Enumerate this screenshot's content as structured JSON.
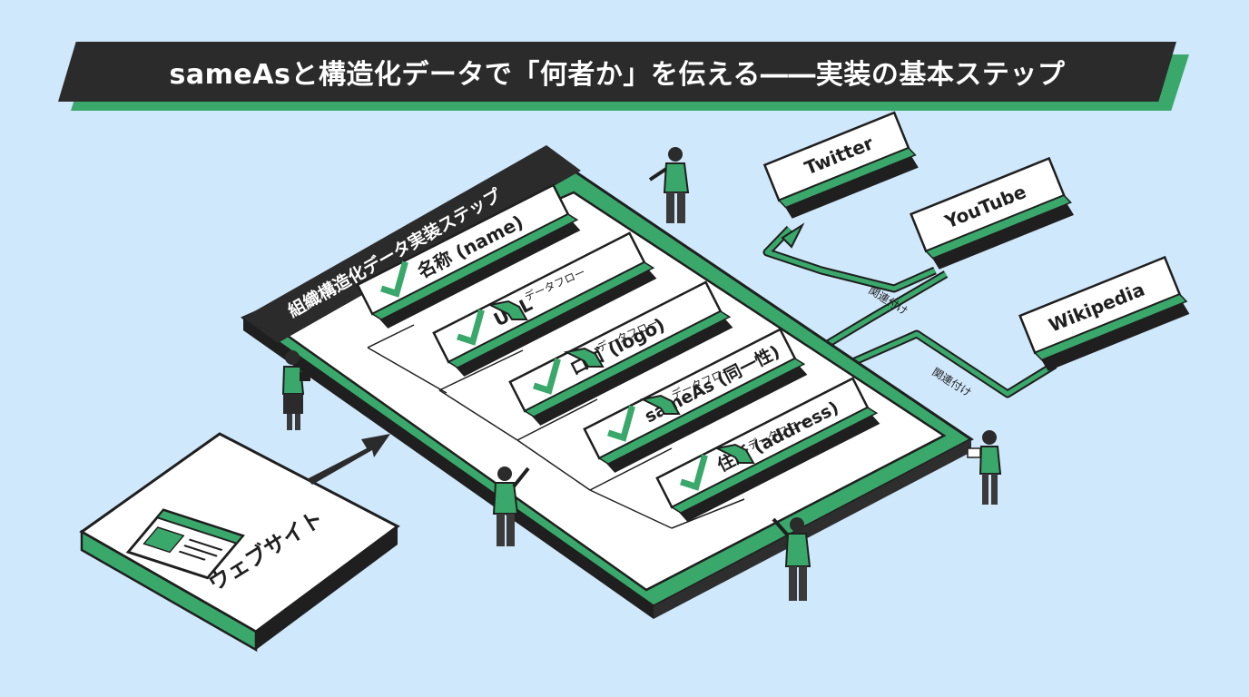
{
  "title": "sameAsと構造化データで「何者か」を伝える――実装の基本ステップ",
  "board": {
    "header": "組織構造化データ実装ステップ"
  },
  "steps": [
    {
      "label": "名称 (name)"
    },
    {
      "label": "URL"
    },
    {
      "label": "ロゴ (logo)"
    },
    {
      "label": "sameAs (同一性)"
    },
    {
      "label": "住所 (address)"
    }
  ],
  "flow_label": "データフロー",
  "website": {
    "label": "ウェブサイト"
  },
  "profiles": [
    {
      "label": "Twitter"
    },
    {
      "label": "YouTube"
    },
    {
      "label": "Wikipedia"
    }
  ],
  "link_label": "関連付け",
  "colors": {
    "background": "#cfe8fb",
    "green": "#3aa86b",
    "dark": "#2b2b2b",
    "white": "#ffffff"
  }
}
